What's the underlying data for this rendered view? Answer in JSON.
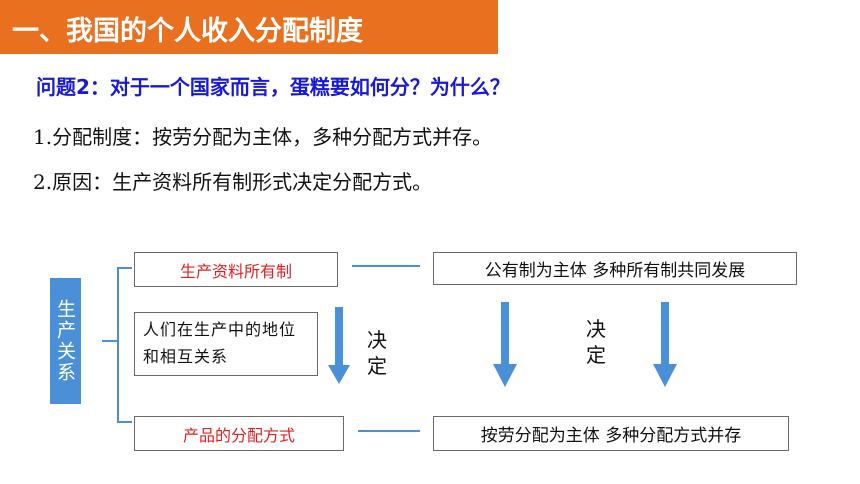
{
  "header": {
    "title": "一、我国的个人收入分配制度",
    "bg_color": "#E8701F"
  },
  "question": "问题2：对于一个国家而言，蛋糕要如何分？为什么？",
  "points": [
    "1.分配制度：按劳分配为主体，多种分配方式并存。",
    "2.原因：生产资料所有制形式决定分配方式。"
  ],
  "diagram": {
    "side_label": "生产关系",
    "means_of_production": "生产资料所有制",
    "status_relations": "人们在生产中的地位和相互关系",
    "distribution_mode": "产品的分配方式",
    "public_ownership": "公有制为主体  多种所有制共同发展",
    "labor_distribution": "按劳分配为主体  多种分配方式并存",
    "decide_left": "决定",
    "decide_right": "决定",
    "arrow_color": "#4A90D9",
    "accent_red": "#E02020"
  }
}
